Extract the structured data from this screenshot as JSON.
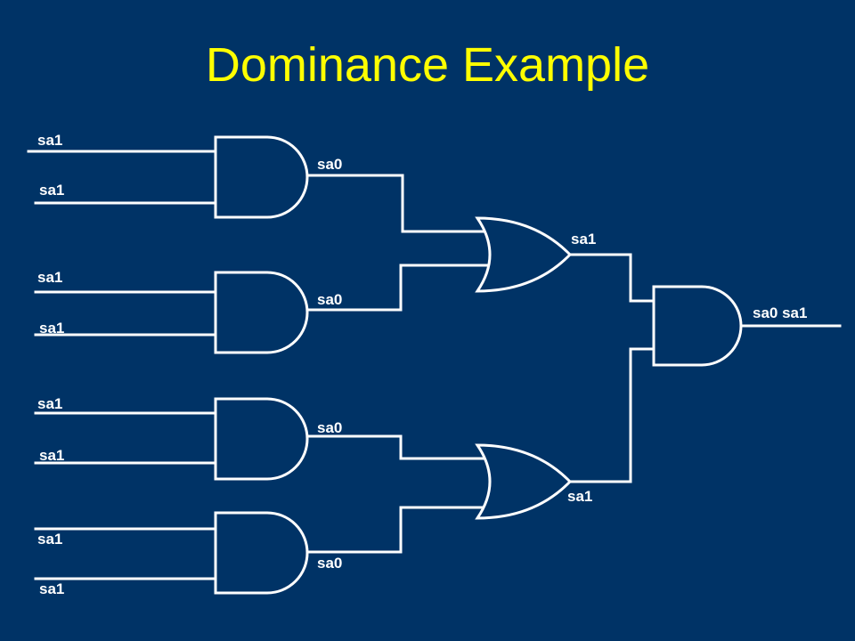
{
  "title": "Dominance Example",
  "labels": {
    "g1_in_a": "sa1",
    "g1_in_b": "sa1",
    "g2_in_a": "sa1",
    "g2_in_b": "sa1",
    "g3_in_a": "sa1",
    "g3_in_b": "sa1",
    "g4_in_a": "sa1",
    "g4_in_b": "sa1",
    "g1_out": "sa0",
    "g2_out": "sa0",
    "g3_out": "sa0",
    "g4_out": "sa0",
    "or1_out": "sa1",
    "or2_out": "sa1",
    "final_out": "sa0 sa1"
  }
}
